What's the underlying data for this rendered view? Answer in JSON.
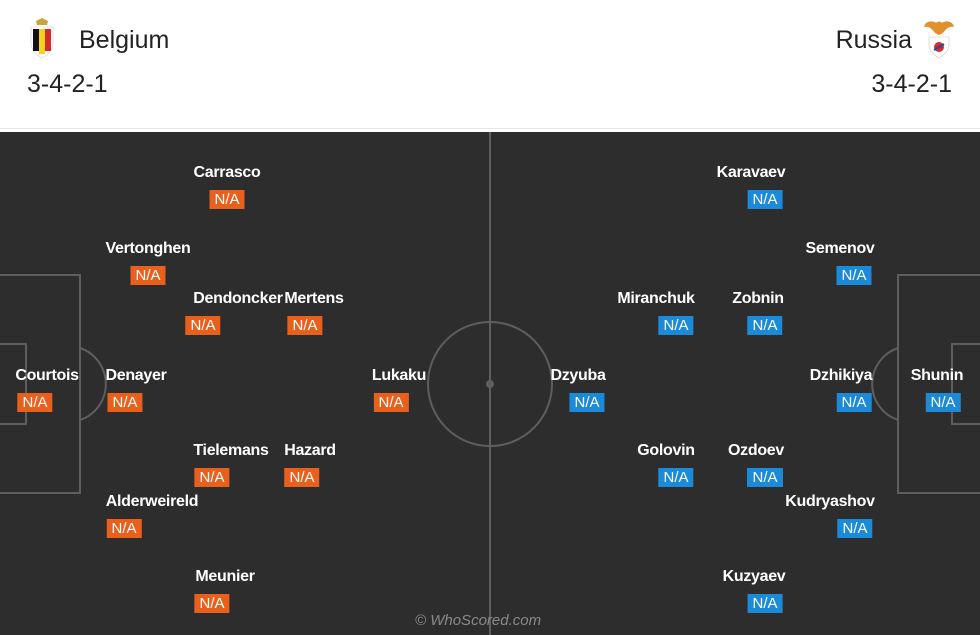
{
  "home": {
    "name": "Belgium",
    "formation": "3-4-2-1",
    "crest_icon": "belgium-crest-icon",
    "color": "#e8601c",
    "players": [
      {
        "name": "Carrasco",
        "rating": "N/A"
      },
      {
        "name": "Vertonghen",
        "rating": "N/A"
      },
      {
        "name": "Dendoncker",
        "rating": "N/A"
      },
      {
        "name": "Mertens",
        "rating": "N/A"
      },
      {
        "name": "Courtois",
        "rating": "N/A"
      },
      {
        "name": "Denayer",
        "rating": "N/A"
      },
      {
        "name": "Lukaku",
        "rating": "N/A"
      },
      {
        "name": "Tielemans",
        "rating": "N/A"
      },
      {
        "name": "Hazard",
        "rating": "N/A"
      },
      {
        "name": "Alderweireld",
        "rating": "N/A"
      },
      {
        "name": "Meunier",
        "rating": "N/A"
      }
    ]
  },
  "away": {
    "name": "Russia",
    "formation": "3-4-2-1",
    "crest_icon": "russia-crest-icon",
    "color": "#1a8ad9",
    "players": [
      {
        "name": "Karavaev",
        "rating": "N/A"
      },
      {
        "name": "Semenov",
        "rating": "N/A"
      },
      {
        "name": "Miranchuk",
        "rating": "N/A"
      },
      {
        "name": "Zobnin",
        "rating": "N/A"
      },
      {
        "name": "Dzyuba",
        "rating": "N/A"
      },
      {
        "name": "Dzhikiya",
        "rating": "N/A"
      },
      {
        "name": "Shunin",
        "rating": "N/A"
      },
      {
        "name": "Golovin",
        "rating": "N/A"
      },
      {
        "name": "Ozdoev",
        "rating": "N/A"
      },
      {
        "name": "Kudryashov",
        "rating": "N/A"
      },
      {
        "name": "Kuzyaev",
        "rating": "N/A"
      }
    ]
  },
  "watermark": "© WhoScored.com"
}
